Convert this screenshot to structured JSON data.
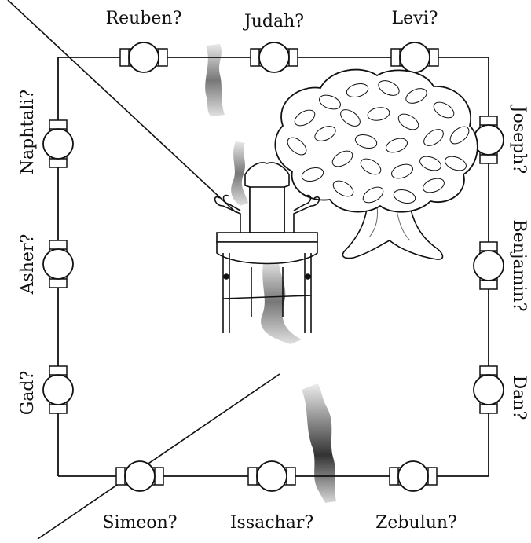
{
  "labels": {
    "top": [
      "Reuben?",
      "Judah?",
      "Levi?"
    ],
    "left": [
      "Naphtali?",
      "Asher?",
      "Gad?"
    ],
    "right": [
      "Joseph?",
      "Benjamin?",
      "Dan?"
    ],
    "bottom": [
      "Simeon?",
      "Issachar?",
      "Zebulun?"
    ]
  },
  "icons": {
    "gate": "gate-icon",
    "throne": "throne-icon",
    "tree": "tree-icon",
    "river": "river-icon"
  }
}
